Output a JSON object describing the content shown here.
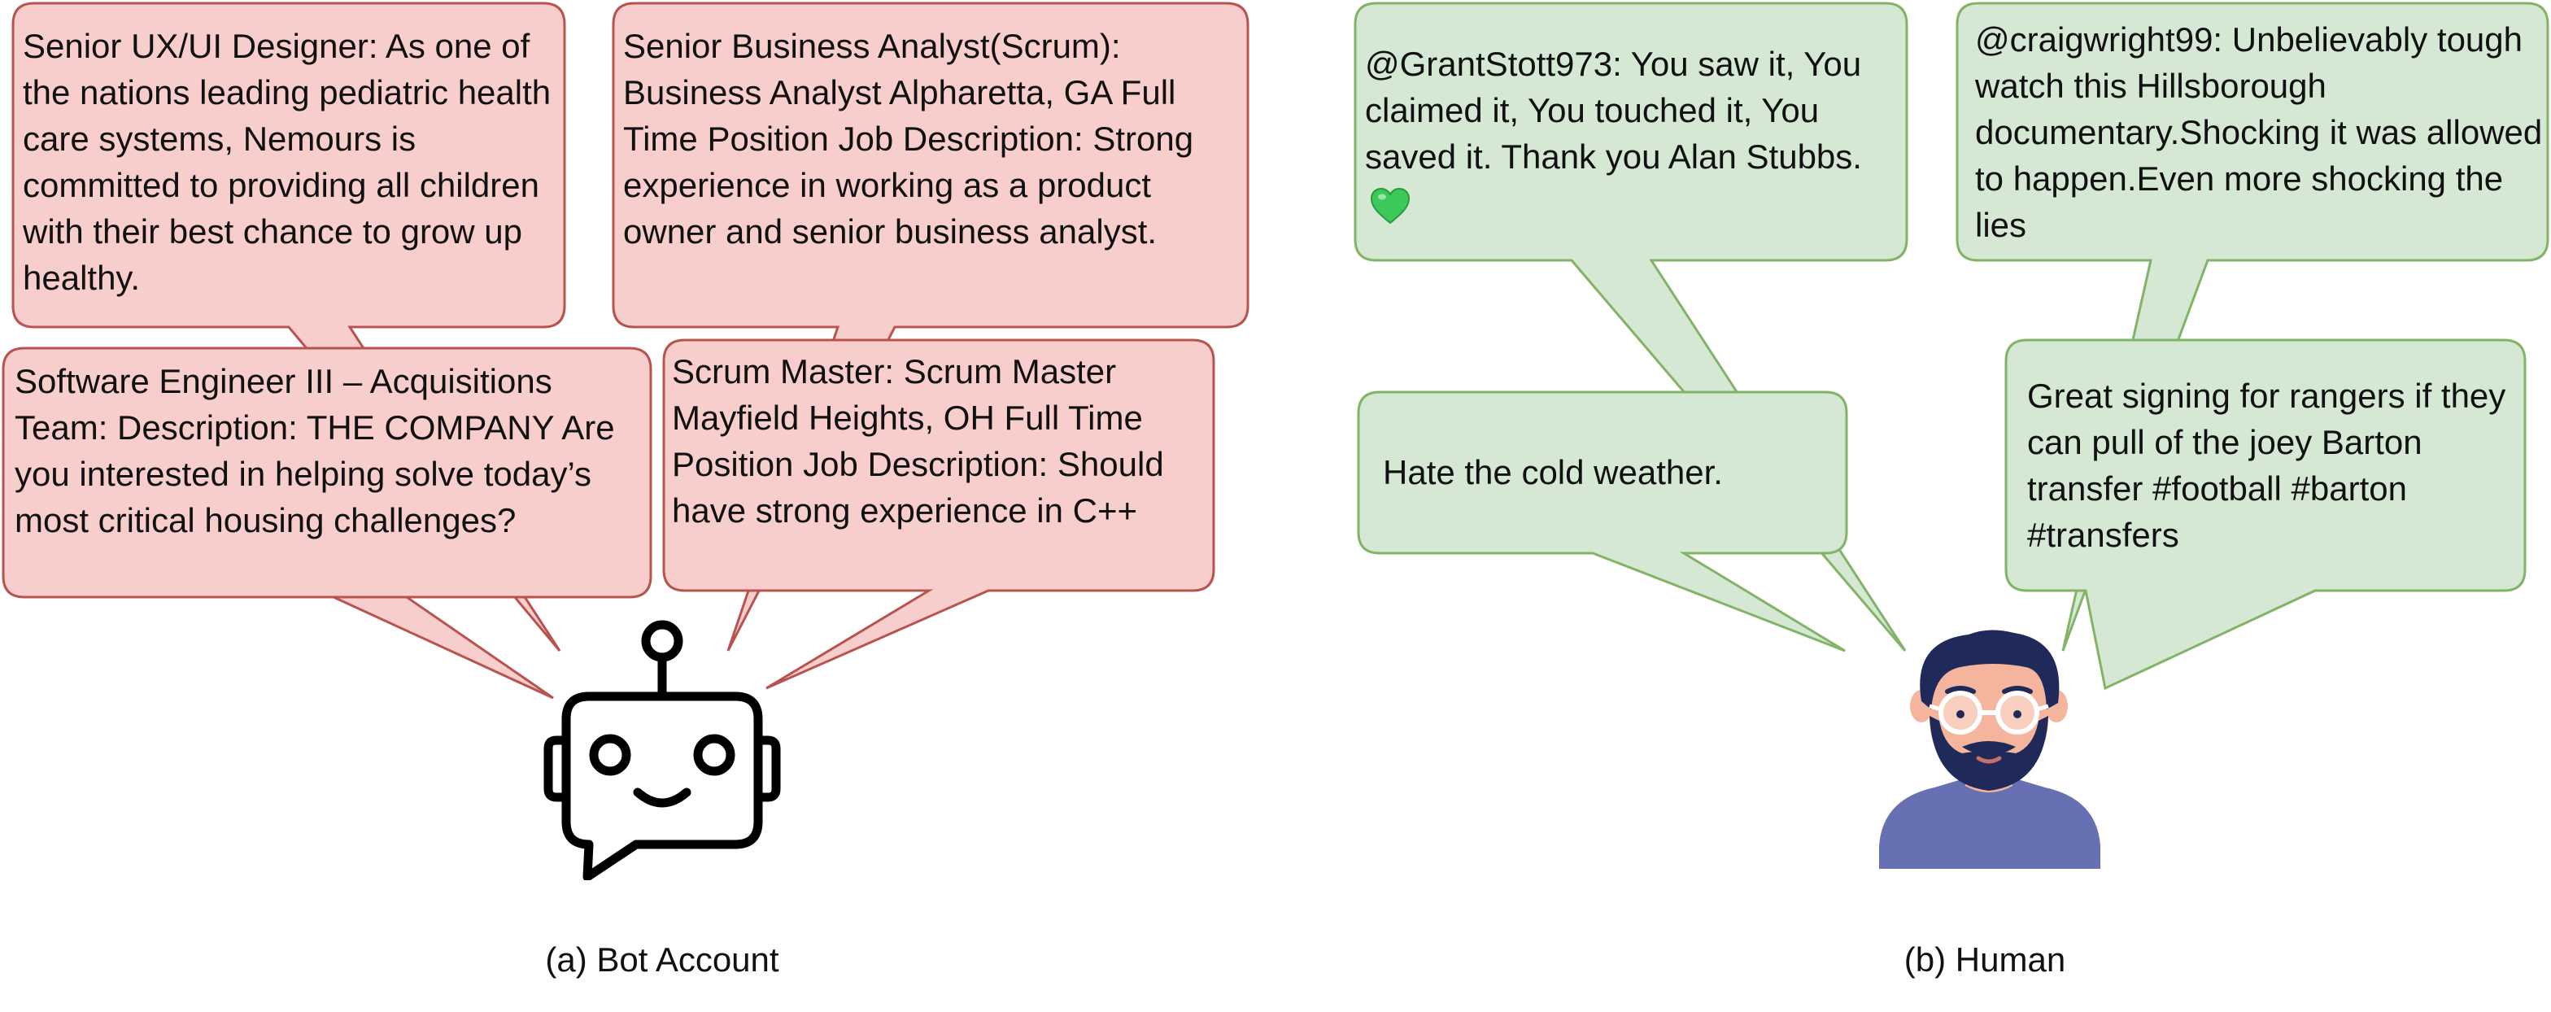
{
  "colors": {
    "bot_fill": "#f8cecc",
    "bot_stroke": "#b85450",
    "human_fill": "#d5e8d4",
    "human_stroke": "#82b366",
    "robot_stroke": "#000000",
    "human_shirt": "#6870b4",
    "human_hair": "#1f2a5a",
    "human_skin": "#f5b59c",
    "heart": "#3cc95a"
  },
  "bot": {
    "caption": "(a) Bot Account",
    "icon": "robot-chat-icon",
    "messages": [
      "Senior UX/UI Designer: As one of the nations leading pediatric health care systems, Nemours is committed to providing all children with their best chance to grow up healthy.",
      "Senior Business Analyst(Scrum): Business Analyst Alpharetta, GA Full Time Position Job Description: Strong experience in working as a product owner and senior business analyst.",
      "Software Engineer III – Acquisitions Team: Description: THE COMPANY Are you interested in helping solve today’s most critical housing challenges?",
      "Scrum Master: Scrum Master Mayfield Heights, OH Full Time Position Job Description: Should have strong experience in C++"
    ]
  },
  "human": {
    "caption": "(b) Human",
    "icon": "bearded-man-avatar-icon",
    "messages": [
      "@GrantStott973: You saw it, You claimed it,  You touched it, You saved it. Thank you Alan Stubbs.",
      "@craigwright99: Unbelievably tough watch this Hillsborough documentary.Shocking it was allowed to happen.Even more shocking the lies",
      "Hate the cold weather.",
      "Great signing for rangers if they can pull of the joey Barton transfer #football #barton #transfers"
    ],
    "heart_emoji": "green-heart-emoji-icon"
  }
}
